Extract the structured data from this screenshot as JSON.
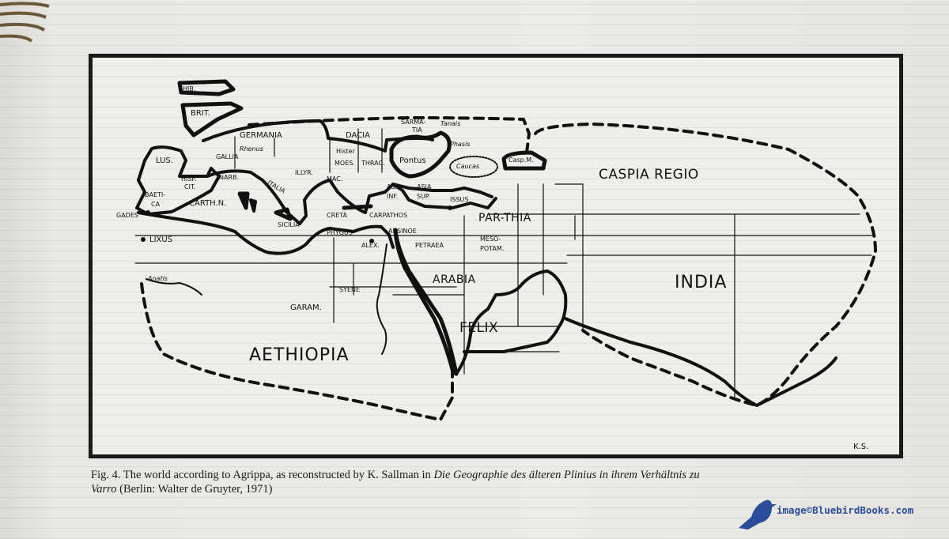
{
  "map": {
    "regions": {
      "hib": "HIB.",
      "brit": "BRIT.",
      "germania": "GERMANIA",
      "dacia": "DACIA",
      "sarmatia": "SARMA-",
      "sarmatia2": "TIA",
      "tanais": "Tanais",
      "phasis": "Phasis",
      "hister": "Hister",
      "pontus": "Pontus",
      "caucas": "Caucas",
      "lus": "LUS.",
      "gallia": "GALLIA",
      "rhenus": "Rhenus",
      "moes": "MOES.",
      "thrac": "THRAC.",
      "hisp": "HISP.",
      "cit": "CIT.",
      "narb": "NARB.",
      "illyr": "ILLYR.",
      "mac": "MAC.",
      "italia": "ITALIA",
      "asia_inf_a": "ASIA",
      "asia_inf_b": "INF.",
      "asia_sup_a": "ASIA",
      "asia_sup_b": "SUP.",
      "issus": "ISSUS",
      "caspm": "Casp.M.",
      "caspia": "CASPIA REGIO",
      "baeti": "BAETI-",
      "baeti2": "CA",
      "carth": "CARTH.N.",
      "gades": "GADES",
      "creta": "CRETA",
      "carpathos": "CARPATHOS",
      "sicilia": "SICILIA",
      "parthia": "PAR-THIA",
      "lixus": "LIXUS",
      "phygus": "PHYGUS",
      "alex": "ALEX.",
      "arsinoe": "ARSINOE",
      "petraea": "PETRAEA",
      "meso": "MESO-",
      "potam": "POTAM.",
      "anatis": "Anatis",
      "syene": "SYENE",
      "arabia": "ARABIA",
      "india": "INDIA",
      "garam": "GARAM.",
      "felix": "FELIX",
      "aethiopia": "AETHIOPIA",
      "ks": "K.S."
    }
  },
  "caption": {
    "lead": "Fig. 4.  The world according to Agrippa, as reconstructed by K. Sallman in ",
    "italic1": "Die Geographie des älteren Plinius in ihrem Verhältnis zu",
    "italic2": "Varro",
    "tail": " (Berlin: Walter de Gruyter, 1971)"
  },
  "watermark": {
    "text": "image©BluebirdBooks.com",
    "icon": "bluebird-icon"
  },
  "colors": {
    "ink": "#111111",
    "paper": "#ecebe7",
    "watermark": "#2b4d9a"
  }
}
